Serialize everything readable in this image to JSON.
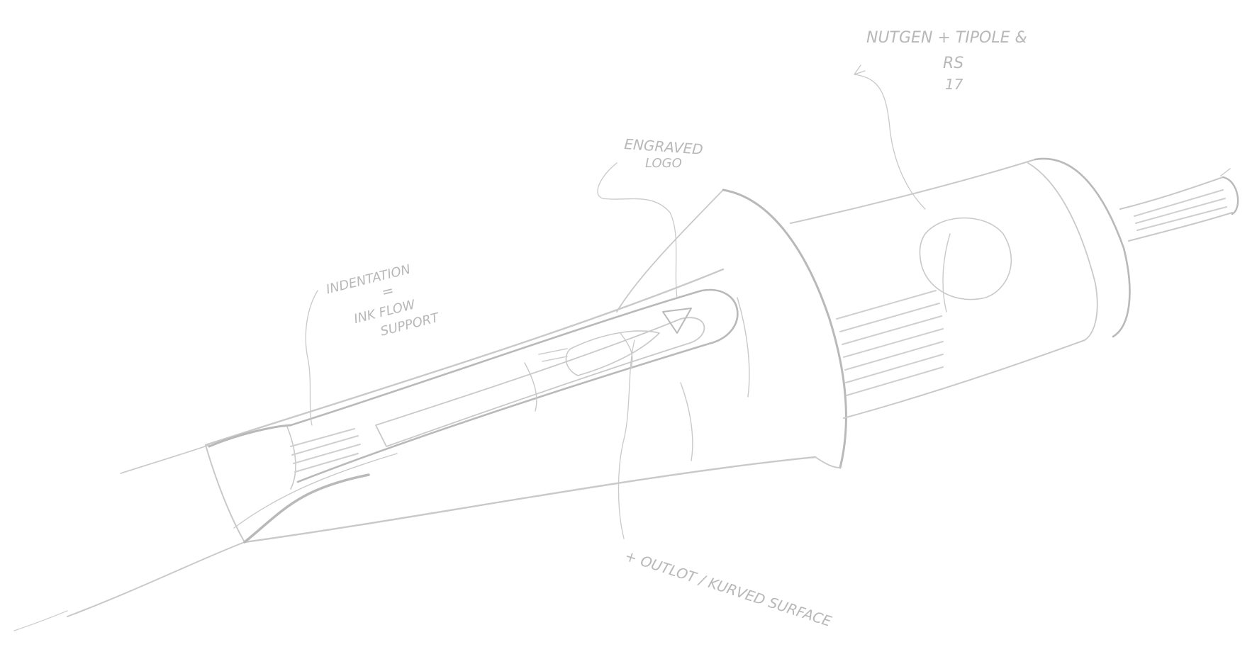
{
  "sketch": {
    "ink_color": "#c9c9c9",
    "background": "#ffffff",
    "annotations": {
      "material_line1": "NUTGEN + TIPOLE &",
      "material_line2": "RS",
      "material_line3": "17",
      "engraved_line1": "ENGRAVED",
      "engraved_line2": "LOGO",
      "indentation_line1": "INDENTATION",
      "indentation_line2": "=",
      "indentation_line3": "INK FLOW",
      "indentation_line4": "SUPPORT",
      "surface": "+ OUTLOT / KURVED SURFACE"
    }
  }
}
